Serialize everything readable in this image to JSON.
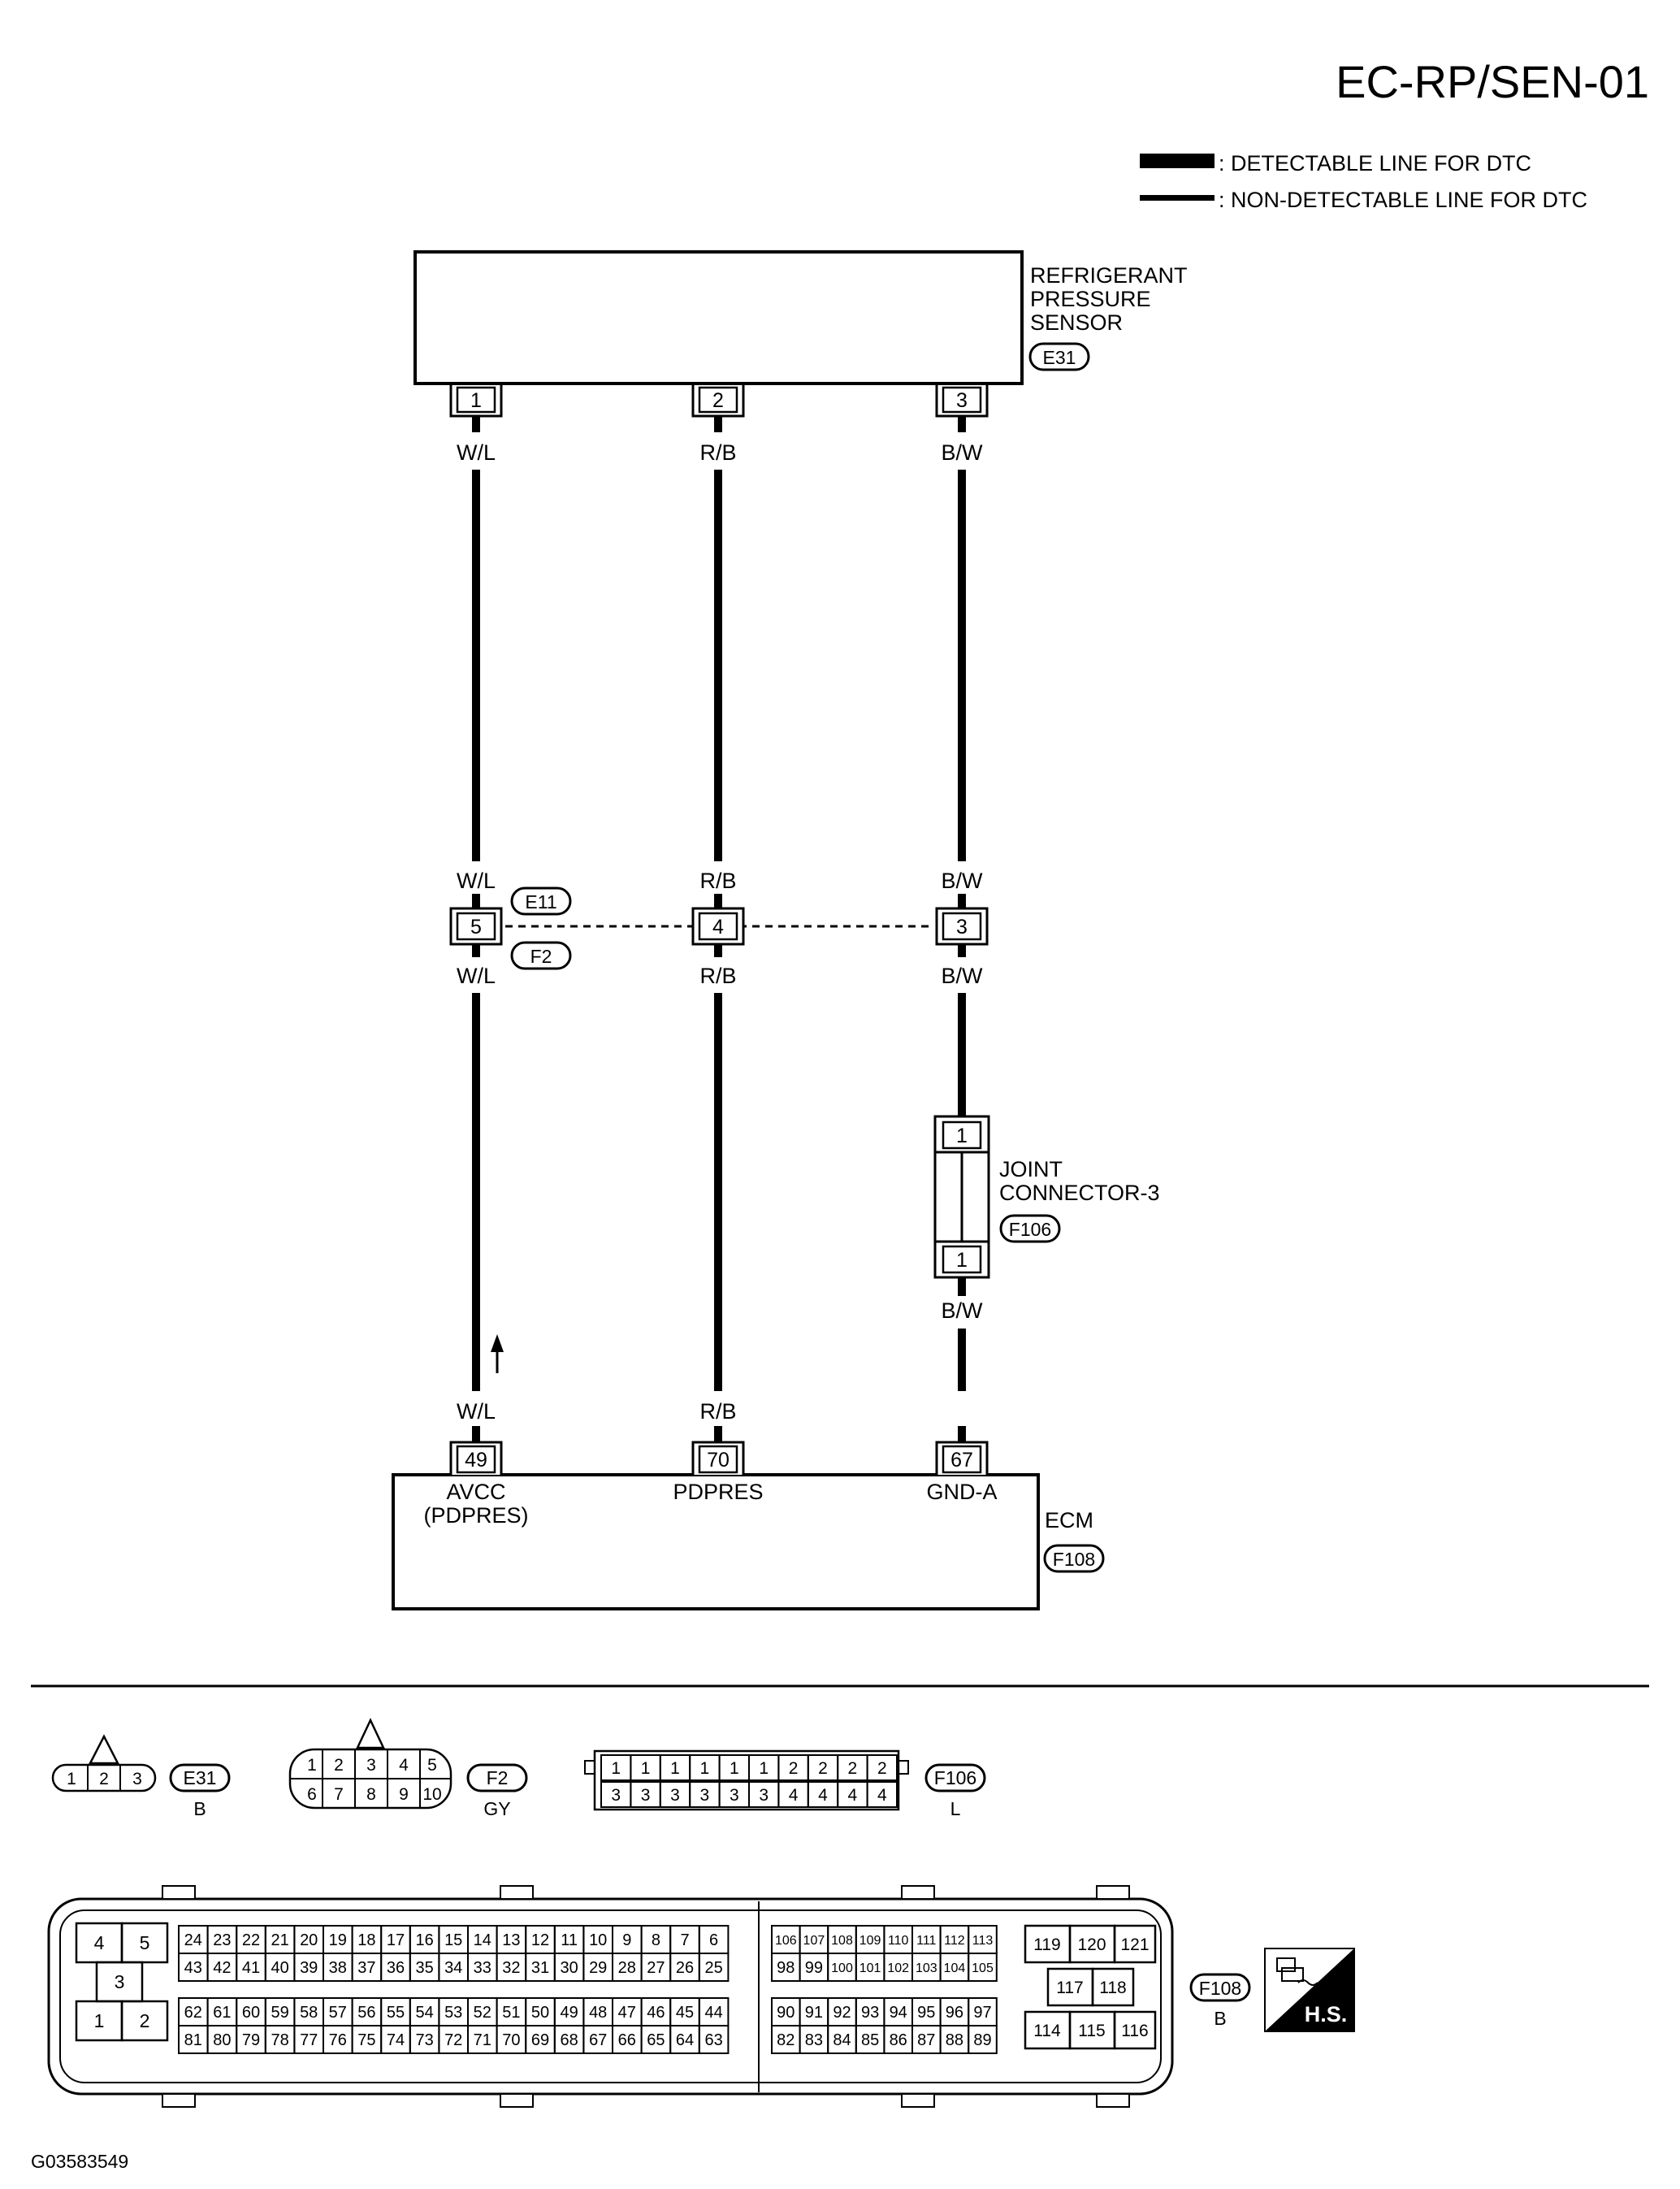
{
  "page_id": "EC-RP/SEN-01",
  "figure_id": "G03583549",
  "legend": {
    "detectable": ": DETECTABLE LINE FOR DTC",
    "non_detectable": ": NON-DETECTABLE LINE FOR DTC"
  },
  "sensor": {
    "name_lines": [
      "REFRIGERANT",
      "PRESSURE",
      "SENSOR"
    ],
    "connector": "E31",
    "pins": [
      "1",
      "2",
      "3"
    ]
  },
  "wires": [
    {
      "color_code": "W/L",
      "sensor_pin": "1",
      "inline_pin": "5",
      "ecm_pin": "49",
      "ecm_label": [
        "AVCC",
        "(PDPRES)"
      ]
    },
    {
      "color_code": "R/B",
      "sensor_pin": "2",
      "inline_pin": "4",
      "ecm_pin": "70",
      "ecm_label": [
        "PDPRES"
      ]
    },
    {
      "color_code": "B/W",
      "sensor_pin": "3",
      "inline_pin": "3",
      "ecm_pin": "67",
      "ecm_label": [
        "GND-A"
      ]
    }
  ],
  "inline_connector": {
    "upper": "E11",
    "lower": "F2"
  },
  "joint_connector": {
    "name_lines": [
      "JOINT",
      "CONNECTOR-3"
    ],
    "connector": "F106",
    "pin_top": "1",
    "pin_bottom": "1"
  },
  "ecm": {
    "name": "ECM",
    "connector": "F108"
  },
  "connector_views": {
    "e31": {
      "id": "E31",
      "color": "B",
      "pins": [
        "1",
        "2",
        "3"
      ]
    },
    "f2": {
      "id": "F2",
      "color": "GY",
      "top": [
        "1",
        "2",
        "3",
        "4",
        "5"
      ],
      "bottom": [
        "6",
        "7",
        "8",
        "9",
        "10"
      ]
    },
    "f106": {
      "id": "F106",
      "color": "L",
      "top": [
        "1",
        "1",
        "1",
        "1",
        "1",
        "1",
        "2",
        "2",
        "2",
        "2"
      ],
      "bottom": [
        "3",
        "3",
        "3",
        "3",
        "3",
        "3",
        "4",
        "4",
        "4",
        "4"
      ]
    },
    "f108": {
      "id": "F108",
      "color": "B",
      "power_block": [
        "4",
        "5",
        "3",
        "1",
        "2"
      ],
      "block_a": [
        [
          "24",
          "23",
          "22",
          "21",
          "20",
          "19",
          "18",
          "17",
          "16",
          "15",
          "14",
          "13",
          "12",
          "11",
          "10",
          "9",
          "8",
          "7",
          "6"
        ],
        [
          "43",
          "42",
          "41",
          "40",
          "39",
          "38",
          "37",
          "36",
          "35",
          "34",
          "33",
          "32",
          "31",
          "30",
          "29",
          "28",
          "27",
          "26",
          "25"
        ],
        [
          "62",
          "61",
          "60",
          "59",
          "58",
          "57",
          "56",
          "55",
          "54",
          "53",
          "52",
          "51",
          "50",
          "49",
          "48",
          "47",
          "46",
          "45",
          "44"
        ],
        [
          "81",
          "80",
          "79",
          "78",
          "77",
          "76",
          "75",
          "74",
          "73",
          "72",
          "71",
          "70",
          "69",
          "68",
          "67",
          "66",
          "65",
          "64",
          "63"
        ]
      ],
      "block_b": [
        [
          "106",
          "107",
          "108",
          "109",
          "110",
          "111",
          "112",
          "113"
        ],
        [
          "98",
          "99",
          "100",
          "101",
          "102",
          "103",
          "104",
          "105"
        ],
        [
          "90",
          "91",
          "92",
          "93",
          "94",
          "95",
          "96",
          "97"
        ],
        [
          "82",
          "83",
          "84",
          "85",
          "86",
          "87",
          "88",
          "89"
        ]
      ],
      "block_c": [
        [
          "119",
          "120",
          "121"
        ],
        [
          "117",
          "118"
        ],
        [
          "114",
          "115",
          "116"
        ]
      ]
    }
  },
  "hs_badge": "H.S."
}
